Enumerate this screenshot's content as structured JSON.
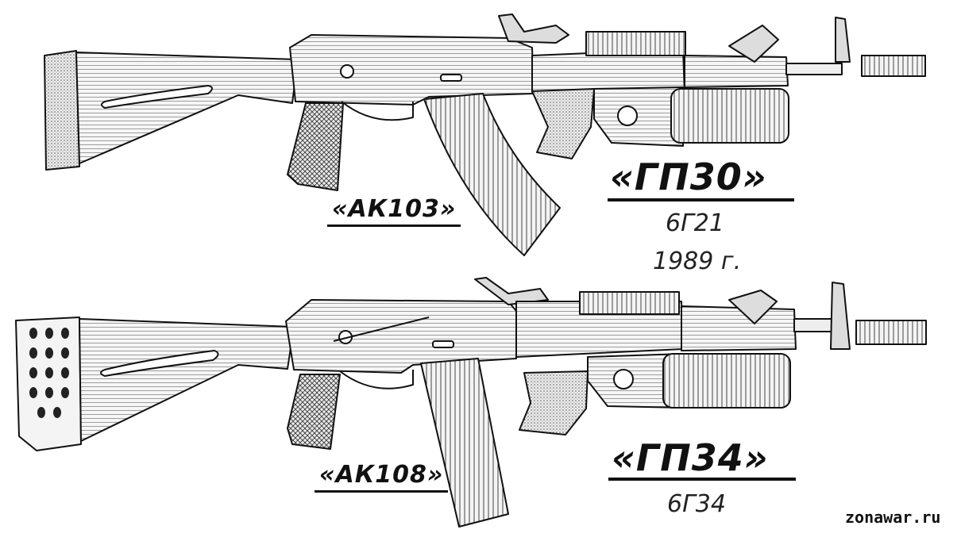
{
  "top": {
    "rifle_label": "«АК103»",
    "gl_label": "«ГП30»",
    "index": "6Г21",
    "year": "1989 г."
  },
  "bottom": {
    "rifle_label": "«АК108»",
    "gl_label": "«ГП34»",
    "index": "6Г34"
  },
  "watermark": "zonawar.ru"
}
